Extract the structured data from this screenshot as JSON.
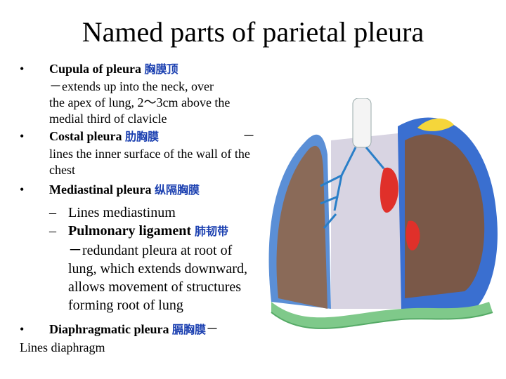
{
  "slide": {
    "title": "Named parts of parietal pleura",
    "bullet_char": "•",
    "dash_char": "–",
    "items": [
      {
        "head": "Cupula of pleura ",
        "cn": "胸膜顶",
        "body_first": "－extends up into the neck, over",
        "body_rest": "the apex of lung, 2～3cm above the medial third of clavicle"
      },
      {
        "head": "Costal pleura ",
        "cn": "肋胸膜",
        "dash": "－",
        "body": "lines the inner surface of the wall of the chest"
      },
      {
        "head": "Mediastinal pleura ",
        "cn": "纵隔胸膜",
        "subs": [
          {
            "text": "Lines mediastinum"
          },
          {
            "head": "Pulmonary ligament ",
            "cn": "肺韧带",
            "body": "－redundant pleura at root of lung, which extends downward, allows movement of structures forming root of lung"
          }
        ]
      },
      {
        "head": "Diaphragmatic pleura ",
        "cn": "膈胸膜",
        "dash": "－",
        "body": "Lines diaphragm"
      }
    ]
  },
  "colors": {
    "parietal_pleura": "#5b8fd6",
    "lung": "#8a6a58",
    "mediastinum_left": "#3a6fd0",
    "bronchi": "#2a7fc8",
    "apex_yellow": "#f5d63a",
    "vessel_red": "#e0302a",
    "diaphragm_green": "#7fc98a",
    "cn_text": "#1a3fb0"
  }
}
